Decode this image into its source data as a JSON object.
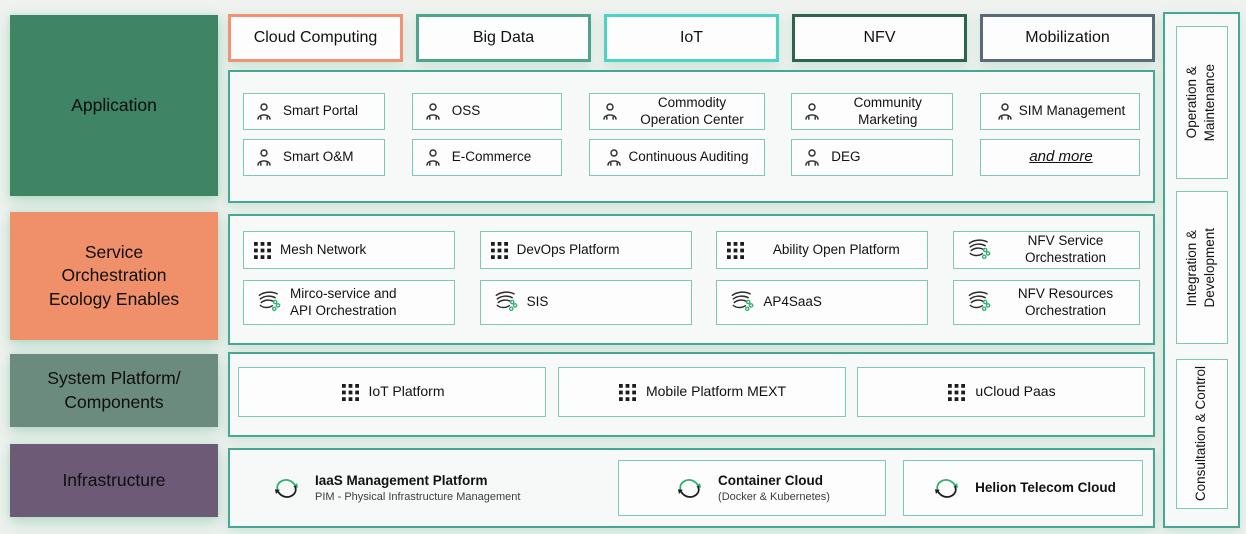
{
  "left_labels": {
    "application": {
      "label": "Application",
      "color": "#3F8464"
    },
    "service": {
      "label": "Service\nOrchestration\nEcology Enables",
      "color": "#F0906B"
    },
    "system": {
      "label": "System Platform/\nComponents",
      "color": "#6C8B7F"
    },
    "infrastructure": {
      "label": "Infrastructure",
      "color": "#6D5A76"
    }
  },
  "tabs": [
    {
      "label": "Cloud Computing",
      "color": "#EF9372"
    },
    {
      "label": "Big Data",
      "color": "#4FA48E"
    },
    {
      "label": "IoT",
      "color": "#4ED2C8"
    },
    {
      "label": "NFV",
      "color": "#2B6450"
    },
    {
      "label": "Mobilization",
      "color": "#5B6A7B"
    }
  ],
  "application": {
    "items": [
      {
        "label": "Smart Portal",
        "icon": "person-icon"
      },
      {
        "label": "OSS",
        "icon": "person-icon"
      },
      {
        "label": "Commodity\nOperation Center",
        "icon": "person-icon"
      },
      {
        "label": "Community\nMarketing",
        "icon": "person-icon"
      },
      {
        "label": "SIM Management",
        "icon": "person-icon"
      },
      {
        "label": "Smart O&M",
        "icon": "person-icon"
      },
      {
        "label": "E-Commerce",
        "icon": "person-icon"
      },
      {
        "label": "Continuous Auditing",
        "icon": "person-icon"
      },
      {
        "label": "DEG",
        "icon": "person-icon"
      },
      {
        "label": "and more",
        "icon": "none"
      }
    ]
  },
  "service": {
    "items": [
      {
        "label": "Mesh Network",
        "icon": "grid-icon"
      },
      {
        "label": "DevOps Platform",
        "icon": "grid-icon"
      },
      {
        "label": "Ability Open Platform",
        "icon": "grid-icon"
      },
      {
        "label": "NFV Service\nOrchestration",
        "icon": "orchestration-icon"
      },
      {
        "label": "Mirco-service and\nAPI Orchestration",
        "icon": "orchestration-icon"
      },
      {
        "label": "SIS",
        "icon": "orchestration-icon"
      },
      {
        "label": "AP4SaaS",
        "icon": "orchestration-icon"
      },
      {
        "label": "NFV Resources\nOrchestration",
        "icon": "orchestration-icon"
      }
    ]
  },
  "system": {
    "items": [
      {
        "label": "IoT Platform",
        "icon": "grid-icon"
      },
      {
        "label": "Mobile Platform MEXT",
        "icon": "grid-icon"
      },
      {
        "label": "uCloud Paas",
        "icon": "grid-icon"
      }
    ]
  },
  "infrastructure": {
    "items": [
      {
        "title": "IaaS Management Platform",
        "subtitle": "PIM - Physical Infrastructure Management",
        "icon": "cloud-sync-icon"
      },
      {
        "title": "Container Cloud",
        "subtitle": "(Docker & Kubernetes)",
        "icon": "cloud-sync-icon"
      },
      {
        "title": "Helion Telecom Cloud",
        "subtitle": "",
        "icon": "cloud-sync-icon"
      }
    ]
  },
  "sidebar": {
    "items": [
      {
        "label": "Operation &\nMaintenance"
      },
      {
        "label": "Integration &\nDevelopment"
      },
      {
        "label": "Consultation & Control"
      }
    ]
  },
  "colors": {
    "container_border": "#46A793",
    "card_border": "#7CC9B5",
    "accent_dot_green": "#2FAE70",
    "background": "#EFF2EF"
  }
}
